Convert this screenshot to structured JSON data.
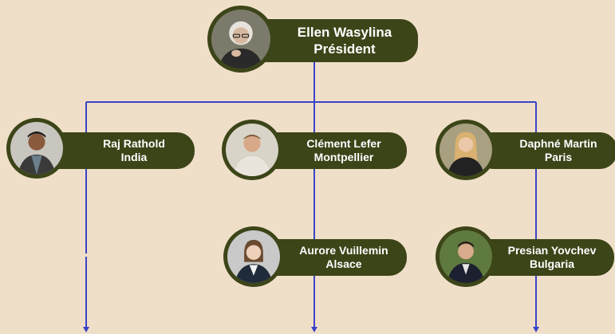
{
  "root": {
    "name": "Ellen Wasylina",
    "role": "Président"
  },
  "members": [
    {
      "name": "Raj Rathold",
      "location": "India"
    },
    {
      "name": "Clément Lefer",
      "location": "Montpellier"
    },
    {
      "name": "Daphné Martin",
      "location": "Paris"
    },
    {
      "name": "Aurore Vuillemin",
      "location": "Alsace"
    },
    {
      "name": "Presian Yovchev",
      "location": "Bulgaria"
    }
  ],
  "colors": {
    "background": "#f0dfc8",
    "node": "#3c4518",
    "connector": "#3a43c8",
    "text": "#ffffff"
  }
}
